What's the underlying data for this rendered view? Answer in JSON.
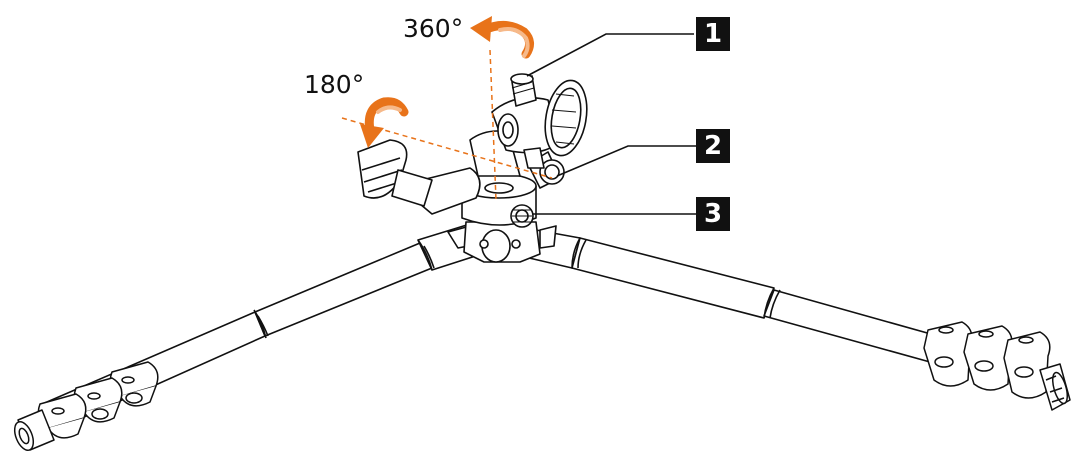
{
  "rotation_labels": {
    "vertical_axis": "360°",
    "horizontal_axis": "180°"
  },
  "callouts": [
    "1",
    "2",
    "3"
  ],
  "colors": {
    "line": "#111111",
    "rotation_arrow": "#e8731a",
    "rotation_arrow_light": "#f6b98a",
    "axis_dashed": "#e8731a",
    "callout_fill": "#111111",
    "callout_text": "#ffffff"
  }
}
